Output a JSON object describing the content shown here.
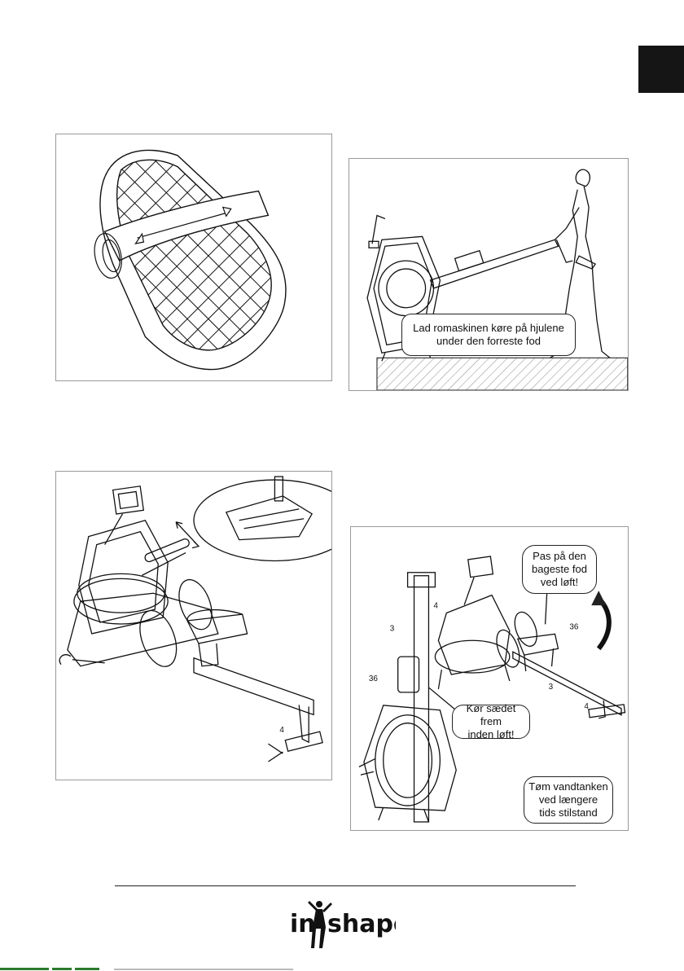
{
  "colors": {
    "ink": "#111111",
    "border": "#9a9a9a",
    "tab": "#151515",
    "hatch": "#8a8a8a"
  },
  "transport": {
    "callout": "Lad romaskinen køre på hjulene\nunder den forreste fod"
  },
  "storage": {
    "callout_rear": "Pas på den\nbageste fod\nved løft!",
    "callout_seat": "Kør sædet frem\ninden løft!",
    "callout_tank": "Tøm vandtanken\nved længere\ntids stilstand",
    "labels": {
      "rail": "3",
      "stand": "4",
      "seat": "36"
    }
  },
  "assembled": {
    "labels": {
      "stand": "4"
    }
  },
  "logo": {
    "text": "inshape"
  }
}
